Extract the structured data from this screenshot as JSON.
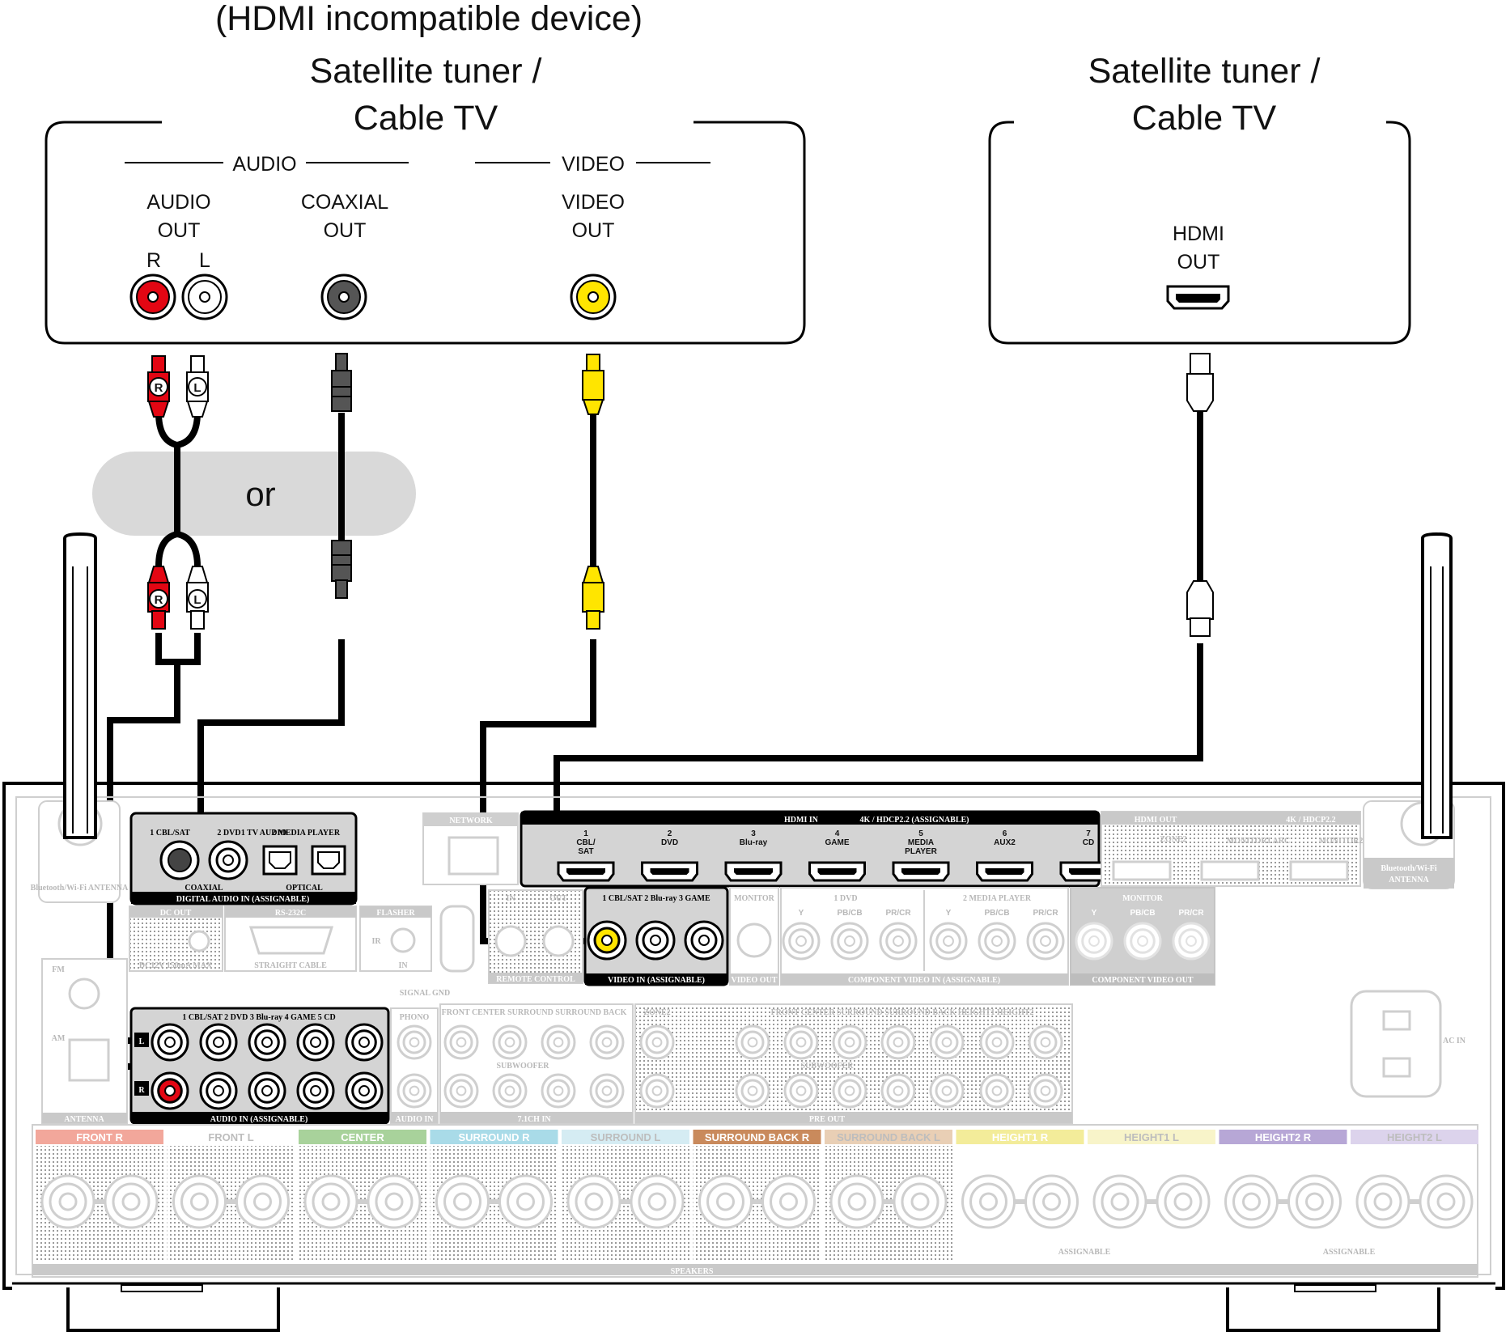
{
  "left_device": {
    "note": "(HDMI incompatible device)",
    "title_line1": "Satellite tuner /",
    "title_line2": "Cable TV",
    "audio_group": "AUDIO",
    "video_group": "VIDEO",
    "audio_out_1": "AUDIO",
    "audio_out_2": "OUT",
    "r": "R",
    "l": "L",
    "coaxial_out_1": "COAXIAL",
    "coaxial_out_2": "OUT",
    "video_out_1": "VIDEO",
    "video_out_2": "OUT"
  },
  "right_device": {
    "title_line1": "Satellite tuner /",
    "title_line2": "Cable TV",
    "hdmi_out_1": "HDMI",
    "hdmi_out_2": "OUT"
  },
  "or_label": "or",
  "plug_r": "R",
  "plug_l": "L",
  "receiver": {
    "bt_left": "Bluetooth/Wi-Fi ANTENNA",
    "bt_right_1": "Bluetooth/Wi-Fi",
    "bt_right_2": "ANTENNA",
    "digital_audio_in": "DIGITAL AUDIO IN (ASSIGNABLE)",
    "coaxial": "COAXIAL",
    "optical": "OPTICAL",
    "dig_in_1": "1 CBL/SAT",
    "dig_in_2": "2 DVD",
    "dig_in_3": "1 TV AUDIO",
    "dig_in_4": "2 MEDIA PLAYER",
    "network": "NETWORK",
    "hdmi_in": "HDMI IN",
    "hdmi_in_spec": "4K / HDCP2.2 (ASSIGNABLE)",
    "hdmi_inputs": [
      {
        "num": "1",
        "name": "CBL/ SAT"
      },
      {
        "num": "2",
        "name": "DVD"
      },
      {
        "num": "3",
        "name": "Blu-ray"
      },
      {
        "num": "4",
        "name": "GAME"
      },
      {
        "num": "5",
        "name": "MEDIA PLAYER"
      },
      {
        "num": "6",
        "name": "AUX2"
      },
      {
        "num": "7",
        "name": "CD"
      }
    ],
    "hdmi_out": "HDMI OUT",
    "hdmi_out_spec": "4K / HDCP2.2",
    "zone2": "ZONE2",
    "monitor1": "MONITOR1 ARC",
    "monitor2": "MONITOR2",
    "dc_out": "DC OUT",
    "dc_spec": "DC12V 150mA MAX",
    "rs232c": "RS-232C",
    "straight_cable": "STRAIGHT CABLE",
    "flasher": "FLASHER",
    "ir": "IR",
    "in": "IN",
    "out": "OUT",
    "signal_gnd": "SIGNAL GND",
    "remote_control": "REMOTE CONTROL",
    "video_in_labels": "1 CBL/SAT  2 Blu-ray  3 GAME",
    "video_in": "VIDEO IN (ASSIGNABLE)",
    "monitor": "MONITOR",
    "video_out": "VIDEO OUT",
    "comp_dvd": "1 DVD",
    "comp_mp": "2 MEDIA PLAYER",
    "comp_y": "Y",
    "comp_pb": "PB/CB",
    "comp_pr": "PR/CR",
    "component_video_in": "COMPONENT VIDEO IN (ASSIGNABLE)",
    "component_video_out": "COMPONENT VIDEO OUT",
    "fm": "FM",
    "am": "AM",
    "antenna": "ANTENNA",
    "audio_in_labels": "1 CBL/SAT  2 DVD   3 Blu-ray  4 GAME    5 CD",
    "audio_in": "AUDIO IN (ASSIGNABLE)",
    "phono": "PHONO",
    "audio_in_short": "AUDIO IN",
    "ch71_labels": "FRONT  CENTER  SURROUND  SURROUND BACK",
    "subwoofer": "SUBWOOFER",
    "ch71_in": "7.1CH IN",
    "preout_labels": "FRONT  CENTER        SURROUND  SURROUND BACK  HEIGHT1  HEIGHT2",
    "pre_out": "PRE OUT",
    "ac_in": "AC IN",
    "speakers": "SPEAKERS",
    "assignable": "ASSIGNABLE",
    "speaker_labels": [
      {
        "name": "FRONT R",
        "color": "#f2a79b"
      },
      {
        "name": "FRONT L",
        "color": "#ffffff"
      },
      {
        "name": "CENTER",
        "color": "#a8d29b"
      },
      {
        "name": "SURROUND R",
        "color": "#a9dbe8"
      },
      {
        "name": "SURROUND L",
        "color": "#d5ecf3"
      },
      {
        "name": "SURROUND BACK R",
        "color": "#c98a5c"
      },
      {
        "name": "SURROUND BACK L",
        "color": "#e9cfb5"
      },
      {
        "name": "HEIGHT1 R",
        "color": "#f3ec9a"
      },
      {
        "name": "HEIGHT1 L",
        "color": "#f8f4c9"
      },
      {
        "name": "HEIGHT2 R",
        "color": "#b7a7d6"
      },
      {
        "name": "HEIGHT2 L",
        "color": "#dcd3ec"
      }
    ]
  },
  "colors": {
    "audio_red": "#e30613",
    "video_yellow": "#ffe500",
    "cable_black": "#000000",
    "bubble_grey": "#d9d9d9"
  }
}
